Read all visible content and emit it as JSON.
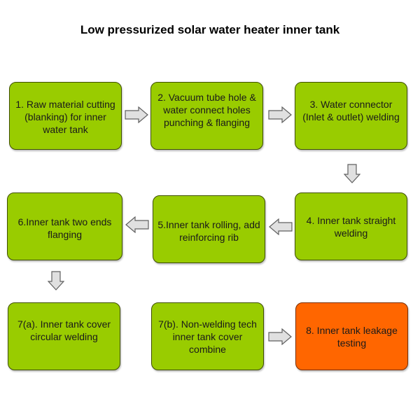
{
  "title": "Low pressurized solar water heater inner tank",
  "colors": {
    "step_fill": "#99cc00",
    "final_fill": "#ff6600",
    "arrow_fill": "#e0e0e0",
    "arrow_stroke": "#606060"
  },
  "steps": [
    {
      "id": "1",
      "label": "1. Raw material cutting (blanking) for inner water tank"
    },
    {
      "id": "2",
      "label": "2. Vacuum tube hole & water connect holes punching & flanging"
    },
    {
      "id": "3",
      "label": "3. Water connector (Inlet & outlet) welding"
    },
    {
      "id": "4",
      "label": "4. Inner tank straight welding"
    },
    {
      "id": "5",
      "label": "5.Inner tank rolling, add reinforcing rib"
    },
    {
      "id": "6",
      "label": "6.Inner tank two ends flanging"
    },
    {
      "id": "7a",
      "label": "7(a). Inner tank cover circular welding"
    },
    {
      "id": "7b",
      "label": "7(b). Non-welding tech inner tank cover combine"
    },
    {
      "id": "8",
      "label": "8. Inner tank leakage testing"
    }
  ]
}
